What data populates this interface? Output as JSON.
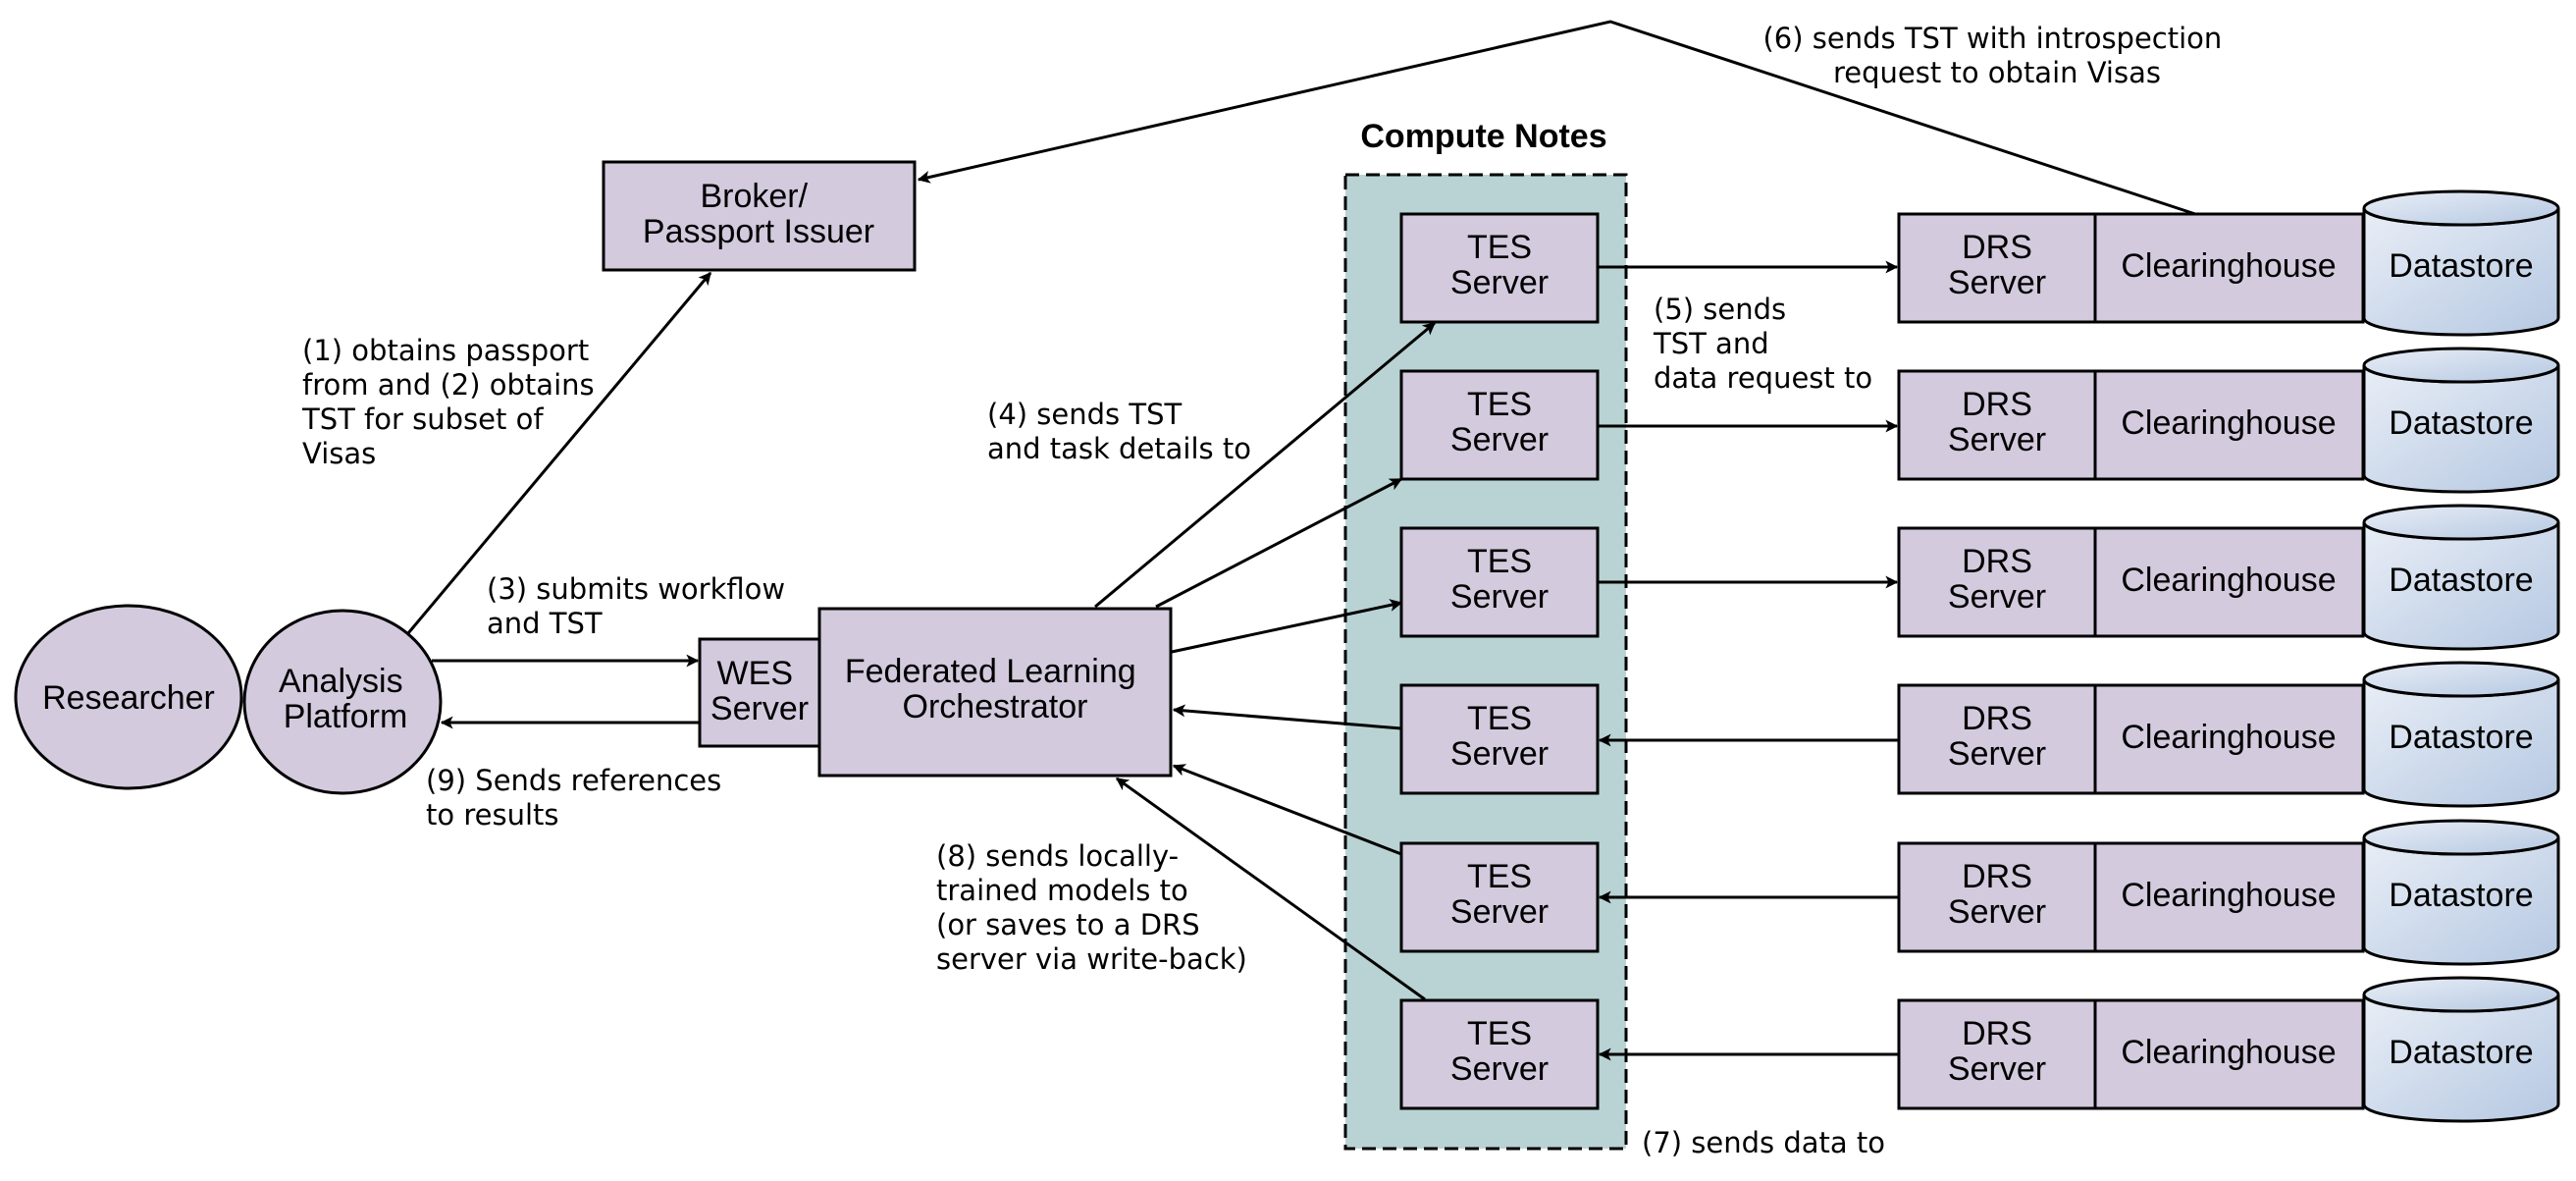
{
  "colors": {
    "node_fill": "#d3cade",
    "compute_fill": "#b9d3d4",
    "datastore_top": "#e9eef6",
    "datastore_bottom": "#b5c8e2",
    "line": "#000000"
  },
  "nodes": {
    "researcher": "Researcher",
    "analysis_platform": [
      "Analysis",
      "Platform"
    ],
    "broker": [
      "Broker/",
      "Passport Issuer"
    ],
    "wes_server": [
      "WES",
      "Server"
    ],
    "orchestrator": [
      "Federated Learning",
      "Orchestrator"
    ],
    "compute_title": "Compute Notes",
    "tes_server": [
      "TES",
      "Server"
    ],
    "drs_server": [
      "DRS",
      "Server"
    ],
    "clearinghouse": "Clearinghouse",
    "datastore": "Datastore"
  },
  "annotations": {
    "step1": [
      "(1) obtains passport",
      "from and (2) obtains",
      "TST for subset of",
      "Visas"
    ],
    "step3": [
      "(3) submits workflow",
      "and TST"
    ],
    "step4": [
      "(4) sends TST",
      "and task details to"
    ],
    "step5": [
      "(5) sends",
      "TST and",
      "data request to"
    ],
    "step6": [
      "(6) sends TST with introspection",
      "request to obtain Visas"
    ],
    "step7": [
      "(7) sends data to"
    ],
    "step8": [
      "(8) sends locally-",
      "trained models to",
      "(or saves to a DRS",
      "server via write-back)"
    ],
    "step9": [
      "(9) Sends references",
      "to results"
    ]
  }
}
